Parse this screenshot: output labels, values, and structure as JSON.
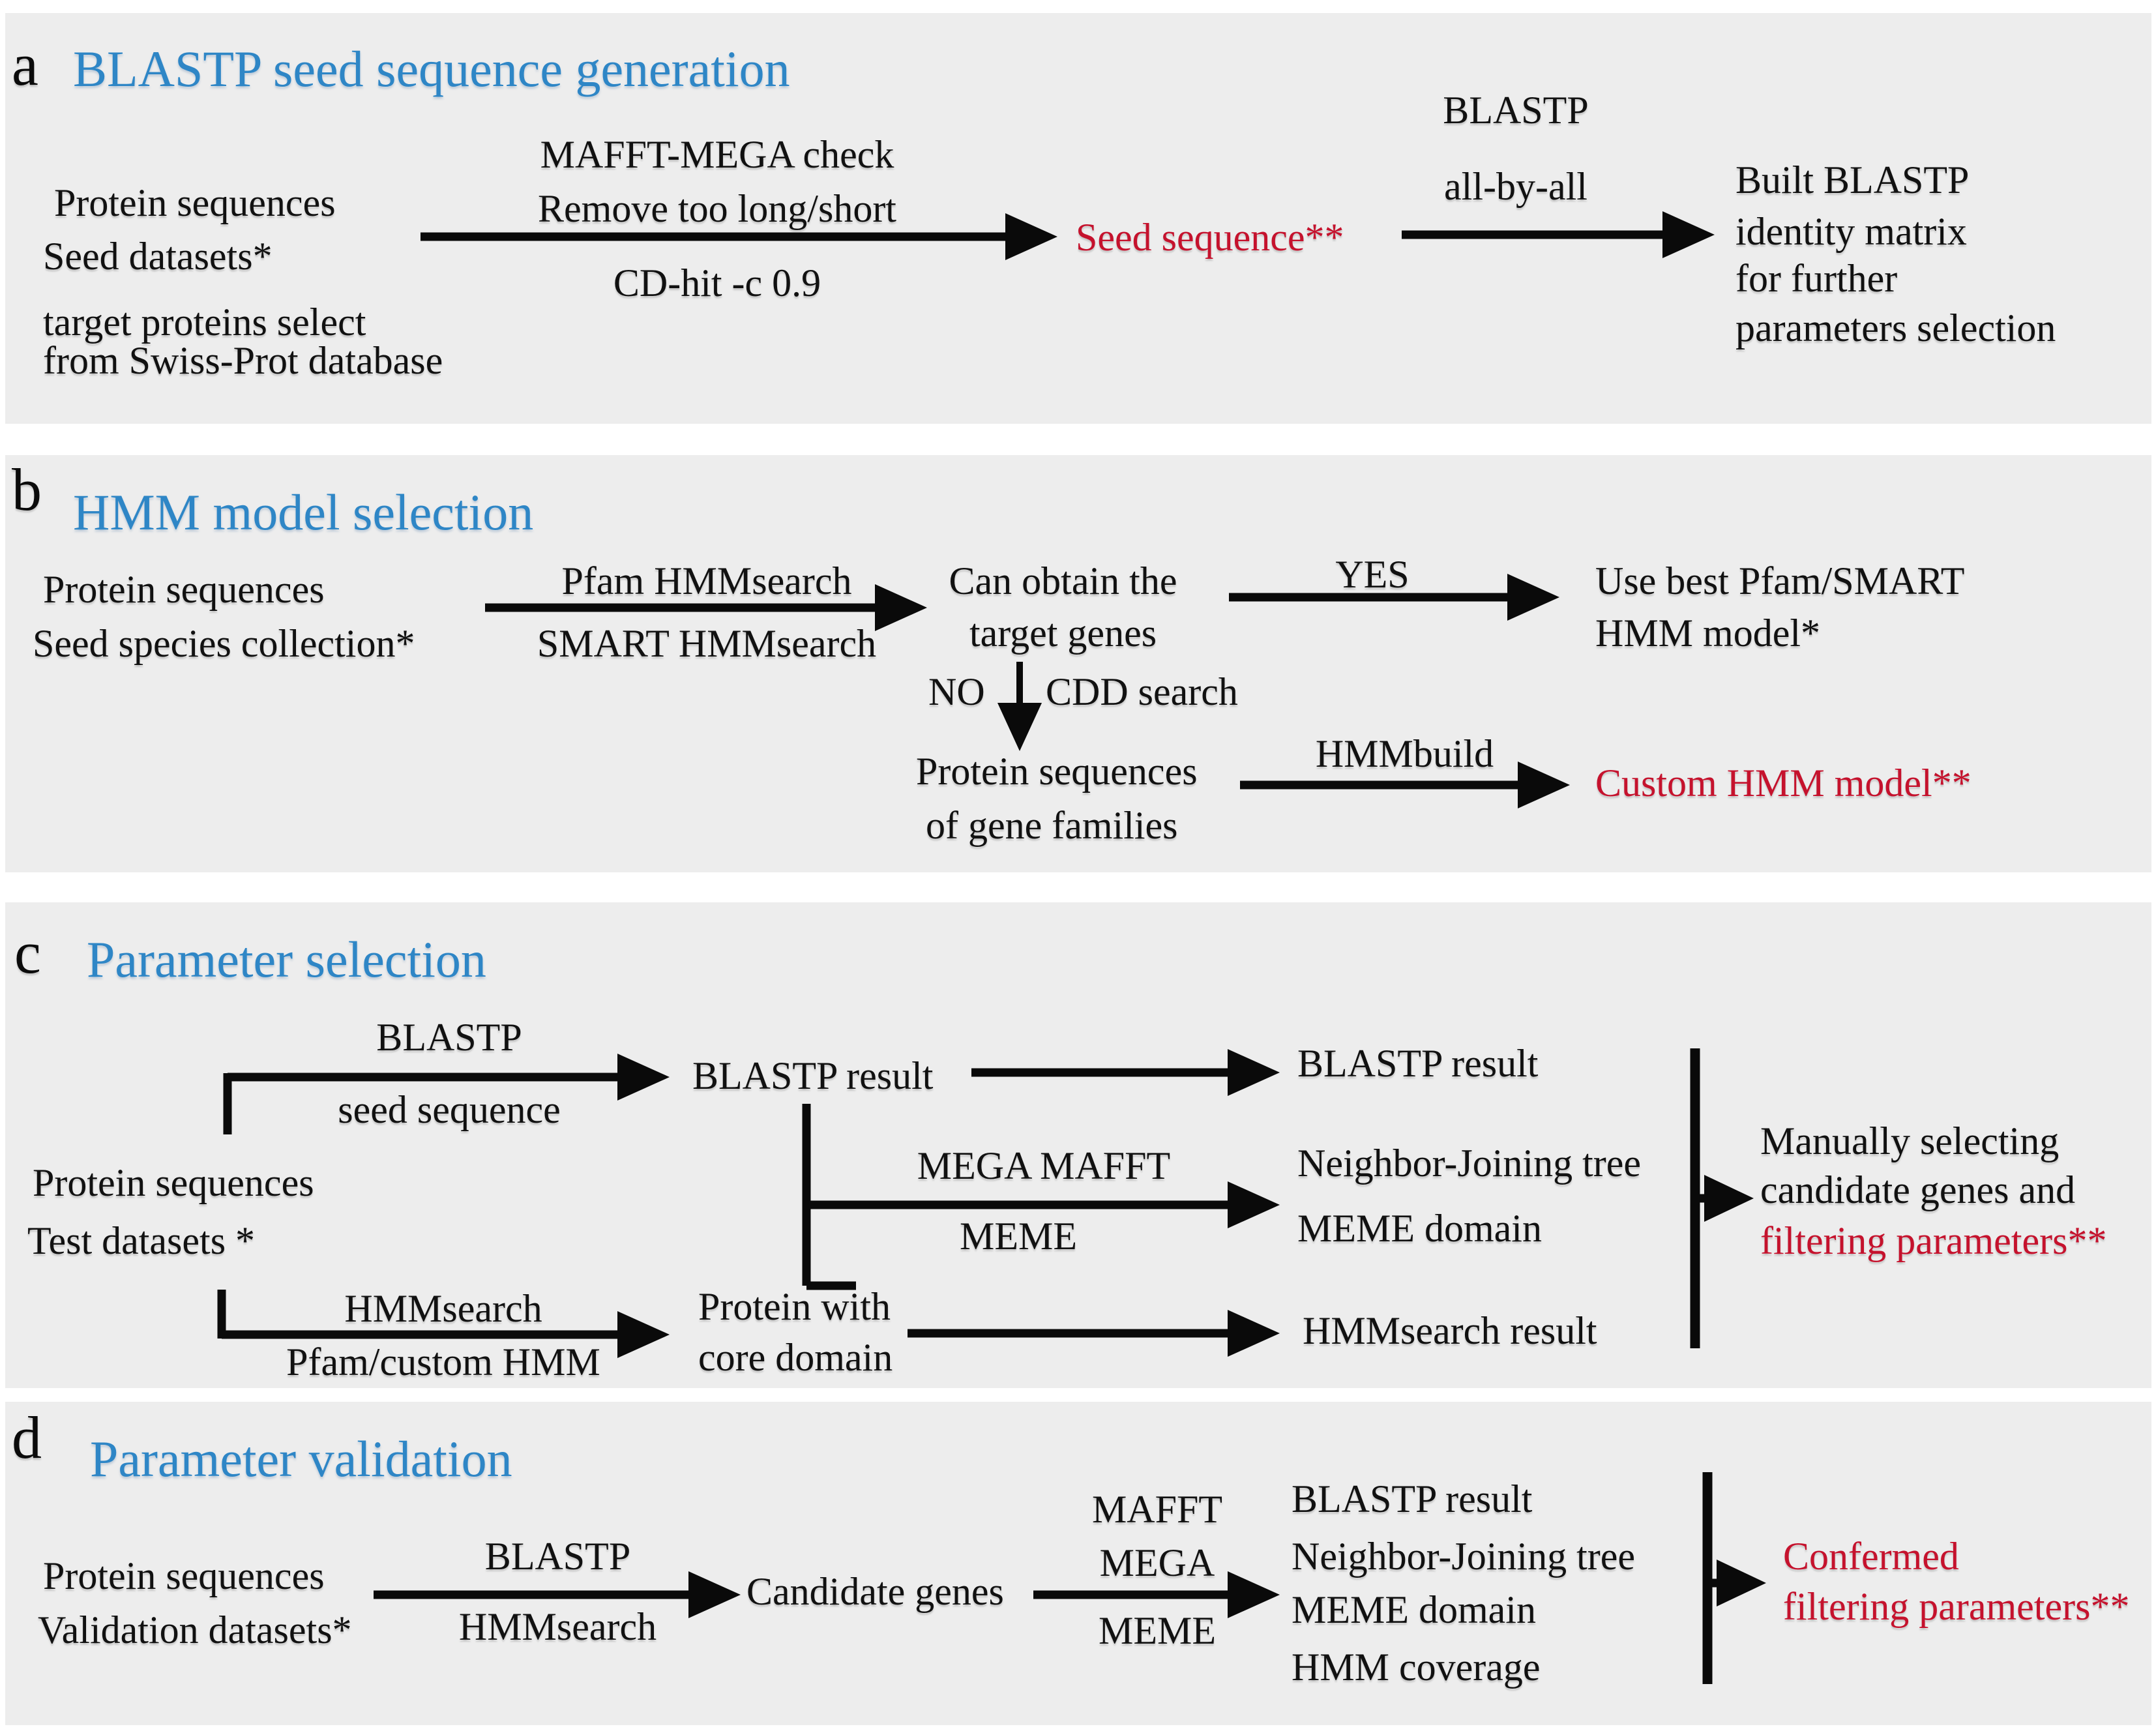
{
  "colors": {
    "panel_bg": "#ededed",
    "title_blue": "#2e86c6",
    "accent_red": "#c5122d",
    "text": "#111111"
  },
  "panels": {
    "a": {
      "letter": "a",
      "title": "BLASTP seed sequence generation",
      "input": [
        "Protein sequences",
        "Seed datasets*",
        "target proteins select",
        "from Swiss-Prot database"
      ],
      "step1_above": [
        "MAFFT-MEGA check",
        "Remove too long/short"
      ],
      "step1_below": "CD-hit -c 0.9",
      "seed_sequence": "Seed sequence**",
      "step2_above": [
        "BLASTP",
        "all-by-all"
      ],
      "output": [
        "Built BLASTP",
        "identity matrix",
        "for further",
        "parameters selection"
      ]
    },
    "b": {
      "letter": "b",
      "title": "HMM model selection",
      "input": [
        "Protein sequences",
        "Seed species collection*"
      ],
      "step1_above": "Pfam HMMsearch",
      "step1_below": "SMART HMMsearch",
      "decision": [
        "Can obtain the",
        "target genes"
      ],
      "yes_label": "YES",
      "yes_result": [
        "Use best Pfam/SMART",
        "HMM model*"
      ],
      "no_label": "NO",
      "no_step": "CDD search",
      "no_result": [
        "Protein sequences",
        "of gene families"
      ],
      "build_step": "HMMbuild",
      "custom_model": "Custom HMM model**"
    },
    "c": {
      "letter": "c",
      "title": "Parameter selection",
      "input": [
        "Protein sequences",
        "Test datasets *"
      ],
      "blastp_branch_above": "BLASTP",
      "blastp_branch_below": "seed sequence",
      "hmm_branch_above": "HMMsearch",
      "hmm_branch_below": "Pfam/custom HMM",
      "blastp_result": "BLASTP result",
      "mid_above": "MEGA  MAFFT",
      "mid_below": "MEME",
      "protein_core": [
        "Protein with",
        "core domain"
      ],
      "out1": "BLASTP result",
      "out2": [
        "Neighbor-Joining tree",
        "MEME domain"
      ],
      "out3": "HMMsearch result",
      "final": [
        "Manually selecting",
        "candidate genes and"
      ],
      "final_red": "filtering parameters**"
    },
    "d": {
      "letter": "d",
      "title": "Parameter validation",
      "input": [
        "Protein sequences",
        "Validation datasets*"
      ],
      "step1_above": "BLASTP",
      "step1_below": "HMMsearch",
      "candidate": "Candidate genes",
      "step2_labels": [
        "MAFFT",
        "MEGA",
        "MEME"
      ],
      "checks": [
        "BLASTP result",
        "Neighbor-Joining tree",
        "MEME domain",
        "HMM coverage"
      ],
      "final_red": [
        "Confermed",
        "filtering parameters**"
      ]
    }
  }
}
